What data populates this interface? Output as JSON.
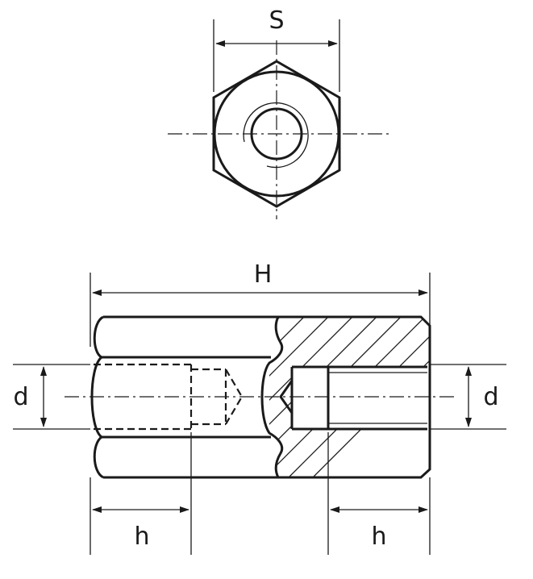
{
  "labels": {
    "width_across_flats": "S",
    "overall_length": "H",
    "thread_diameter_left": "d",
    "thread_diameter_right": "d",
    "thread_depth_left": "h",
    "thread_depth_right": "h"
  }
}
